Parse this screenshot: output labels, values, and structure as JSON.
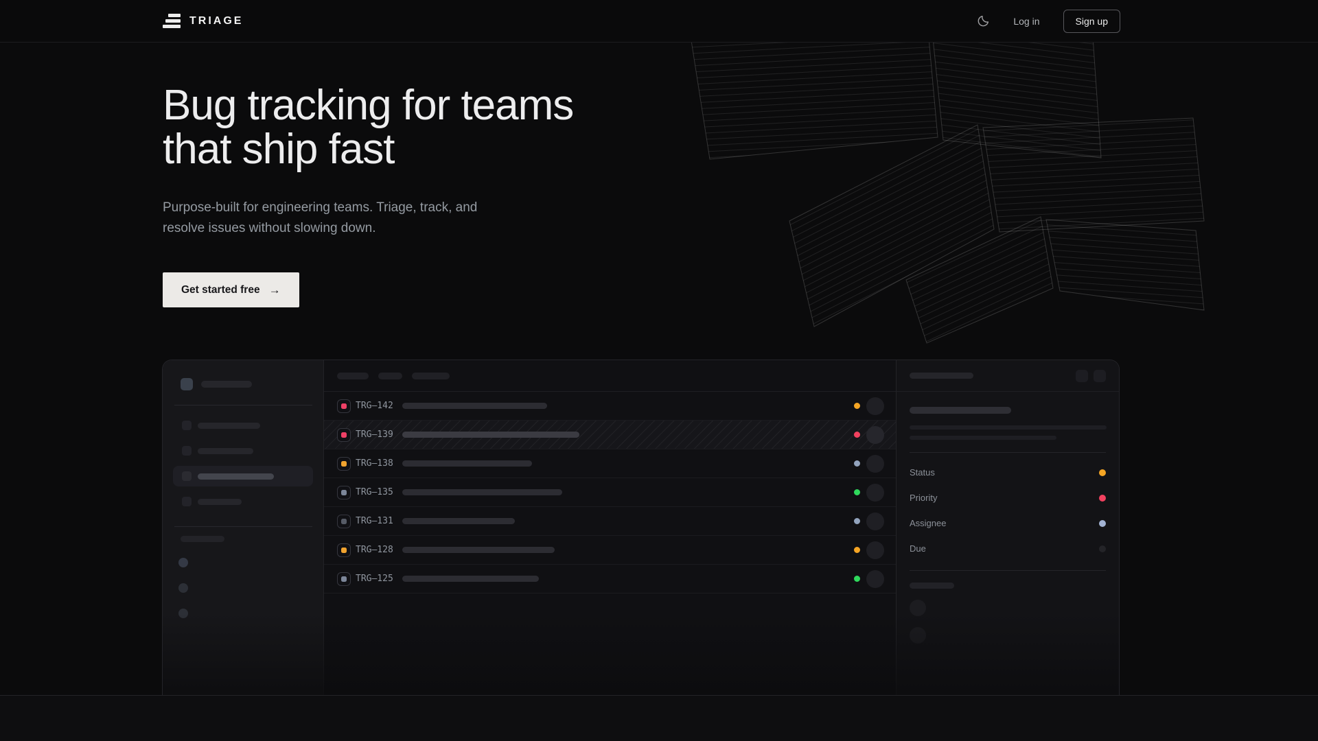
{
  "nav": {
    "brand": "TRIAGE",
    "login_label": "Log in",
    "signup_label": "Sign up"
  },
  "hero": {
    "title_line1": "Bug tracking for teams",
    "title_line2": "that ship fast",
    "subtitle_line1": "Purpose-built for engineering teams. Triage, track, and",
    "subtitle_line2": "resolve issues without slowing down.",
    "cta_label": "Get started free",
    "cta_arrow": "→"
  },
  "mockup": {
    "issues": [
      {
        "id": "TRG–142",
        "icon_color": "#ee4066",
        "status_color": "#f5a524",
        "title_w": 211,
        "highlighted": false
      },
      {
        "id": "TRG–139",
        "icon_color": "#ee4066",
        "status_color": "#f2415f",
        "title_w": 258,
        "highlighted": true
      },
      {
        "id": "TRG–138",
        "icon_color": "#f0a32f",
        "status_color": "#92a3bd",
        "title_w": 189,
        "highlighted": false
      },
      {
        "id": "TRG–135",
        "icon_color": "#7c8699",
        "status_color": "#2fd95c",
        "title_w": 233,
        "highlighted": false
      },
      {
        "id": "TRG–131",
        "icon_color": "#565b66",
        "status_color": "#92a3bd",
        "title_w": 164,
        "highlighted": false
      },
      {
        "id": "TRG–128",
        "icon_color": "#f0a32f",
        "status_color": "#f5a524",
        "title_w": 222,
        "highlighted": false
      },
      {
        "id": "TRG–125",
        "icon_color": "#7c8699",
        "status_color": "#2fd95c",
        "title_w": 199,
        "highlighted": false
      }
    ],
    "panel_properties": [
      {
        "label": "Status",
        "color": "#f5a524"
      },
      {
        "label": "Priority",
        "color": "#f2415f"
      },
      {
        "label": "Assignee",
        "color": "#a2b2d2"
      },
      {
        "label": "Due",
        "color": "#242428"
      }
    ]
  }
}
